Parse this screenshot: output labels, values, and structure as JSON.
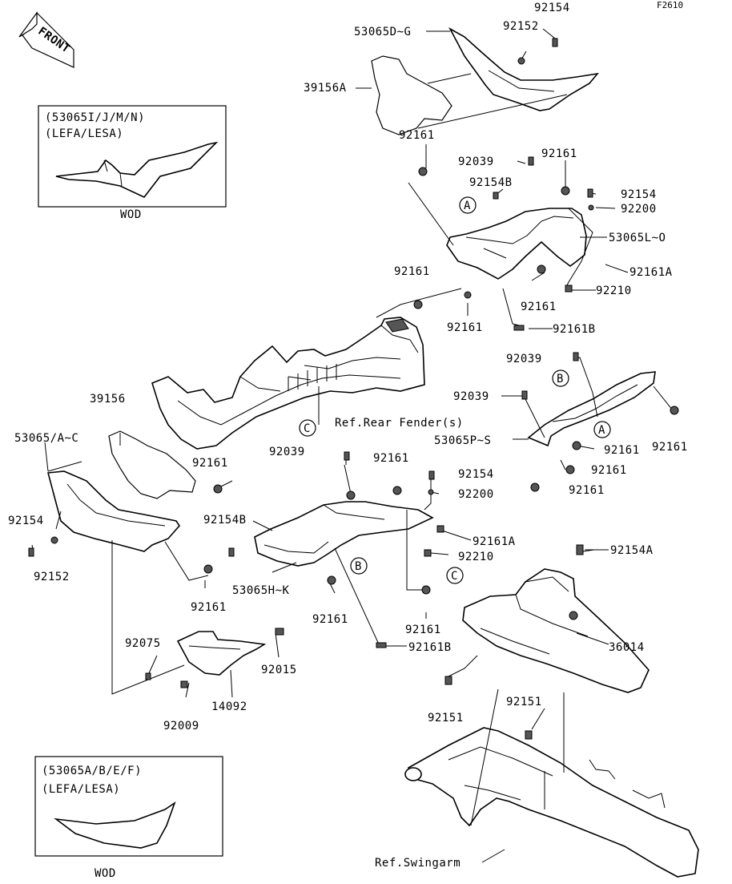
{
  "figure_code": "F2610",
  "front_arrow": "FRONT",
  "insets": [
    {
      "models": "(53065I/J/M/N)",
      "variant": "(LEFA/LESA)",
      "note": "WOD"
    },
    {
      "models": "(53065A/B/E/F)",
      "variant": "(LEFA/LESA)",
      "note": "WOD"
    }
  ],
  "callouts": {
    "a": "A",
    "b": "B",
    "c": "C"
  },
  "refs": {
    "rear_fender": "Ref.Rear Fender(s)",
    "swingarm": "Ref.Swingarm"
  },
  "labels": {
    "p92154_top": "92154",
    "p53065DG": "53065D~G",
    "p92152_top": "92152",
    "p39156A": "39156A",
    "p92161_a": "92161",
    "p92039_a": "92039",
    "p92161_b": "92161",
    "p92154B_top": "92154B",
    "p92154_r": "92154",
    "p92200_r": "92200",
    "p53065LO": "53065L~O",
    "p92161A_r": "92161A",
    "p92161_c": "92161",
    "p92210_r": "92210",
    "p92161_d": "92161",
    "p92161_e": "92161",
    "p92161B_top": "92161B",
    "p92039_b": "92039",
    "p39156": "39156",
    "p92039_c": "92039",
    "p53065AC": "53065/A~C",
    "p53065PS": "53065P~S",
    "p92161_f": "92161",
    "p92161_g": "92161",
    "p92161_h": "92161",
    "p92161_i": "92161",
    "p92039_d": "92039",
    "p92161_j": "92161",
    "p92154_m": "92154",
    "p92161_k": "92161",
    "p92200_m": "92200",
    "p92154_l": "92154",
    "p92154B_l": "92154B",
    "p92161A_m": "92161A",
    "p92152_l": "92152",
    "p92210_m": "92210",
    "p92154A": "92154A",
    "p92161_l": "92161",
    "p53065HK": "53065H~K",
    "p92161_m": "92161",
    "p36014": "36014",
    "p92161_n": "92161",
    "p92161B_b": "92161B",
    "p92075": "92075",
    "p92015": "92015",
    "p14092": "14092",
    "p92151_a": "92151",
    "p92151_b": "92151",
    "p92009": "92009"
  }
}
